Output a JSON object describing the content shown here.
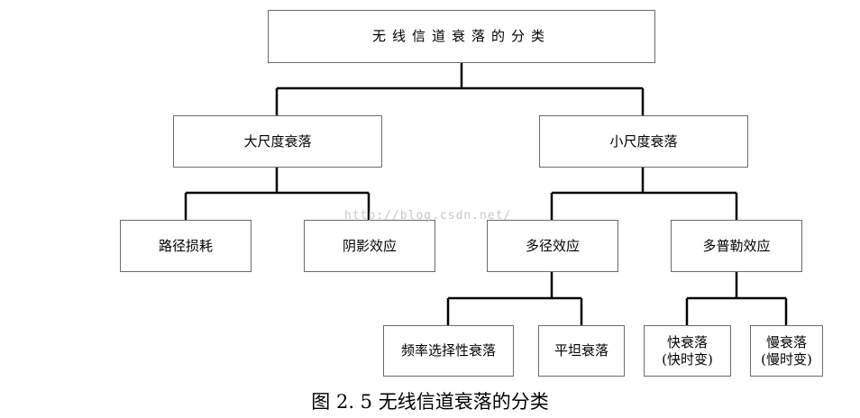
{
  "diagram": {
    "root": "无线信道衰落的分类",
    "large_scale": {
      "label": "大尺度衰落",
      "children": [
        "路径损耗",
        "阴影效应"
      ]
    },
    "small_scale": {
      "label": "小尺度衰落",
      "multipath": {
        "label": "多径效应",
        "children": [
          "频率选择性衰落",
          "平坦衰落"
        ]
      },
      "doppler": {
        "label": "多普勒效应",
        "fast": {
          "line1": "快衰落",
          "line2": "(快时变)"
        },
        "slow": {
          "line1": "慢衰落",
          "line2": "(慢时变)"
        }
      }
    }
  },
  "watermark": "http://blog.csdn.net/",
  "caption": "图 2. 5 无线信道衰落的分类",
  "colors": {
    "border": "#6b6b6b",
    "connector": "#000000",
    "watermark": "#c8c8c8"
  }
}
